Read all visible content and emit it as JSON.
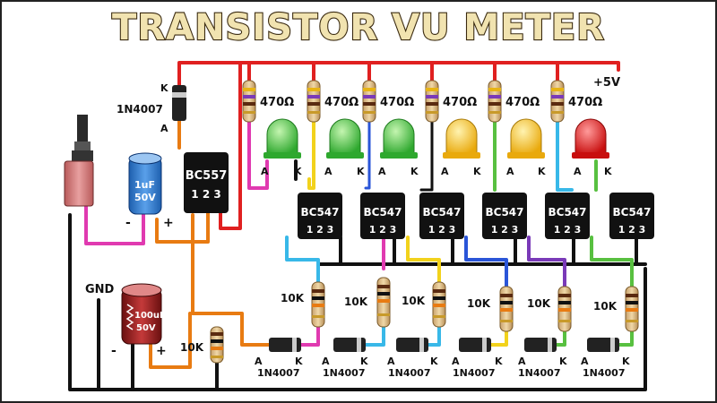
{
  "title": "TRANSISTOR  VU  METER",
  "supply": "+5V",
  "gnd": "GND",
  "diode_top": "1N4007",
  "led_resistor": "470Ω",
  "base_resistor": "10K",
  "chain_diode": "1N4007",
  "q_pnp": "BC557",
  "q_npn": "BC547",
  "pins": "1 2 3",
  "cap1": {
    "value": "1uF",
    "voltage": "50V"
  },
  "cap2": {
    "value": "100uF",
    "voltage": "50V"
  },
  "pin_labels": {
    "anode": "A",
    "cathode": "K",
    "plus": "+",
    "minus": "-"
  },
  "colors": {
    "wire_red": "#e02020",
    "wire_black": "#111111",
    "wire_orange": "#e87b12",
    "wire_magenta": "#e03ab0",
    "wire_cyan": "#38b8e8",
    "wire_yellow": "#f2d21c",
    "wire_blue": "#2a55d8",
    "wire_purple": "#7a3ab8",
    "wire_green": "#58c040",
    "led_green": "#3dc23d",
    "led_yellow": "#f5c21a",
    "led_red": "#e81c1c",
    "transistor_body": "#111111"
  }
}
